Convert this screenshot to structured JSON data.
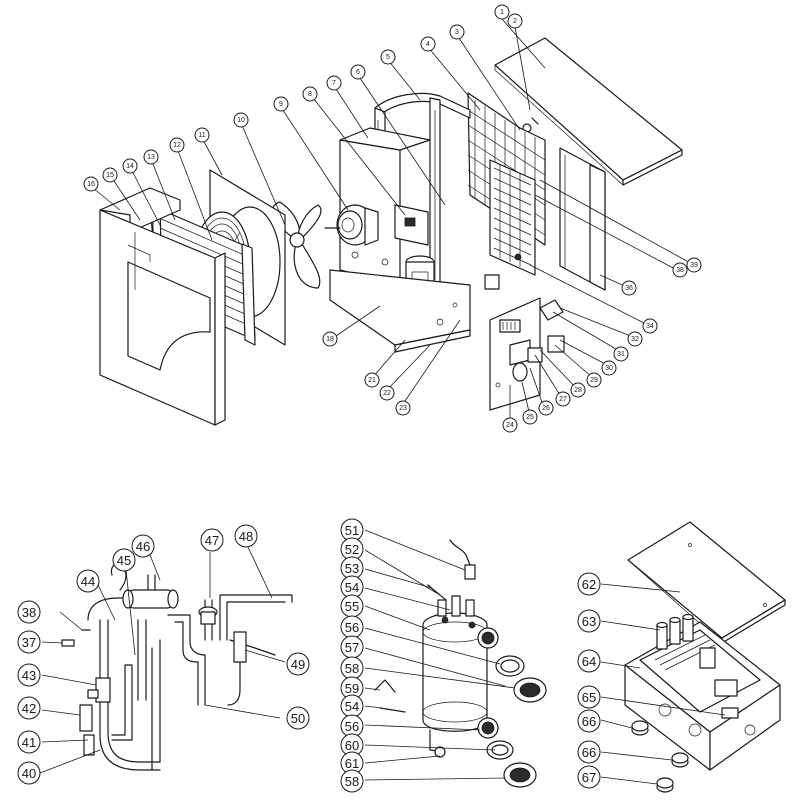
{
  "diagram": {
    "callouts": [
      "1",
      "2",
      "3",
      "4",
      "5",
      "6",
      "7",
      "8",
      "9",
      "10",
      "11",
      "12",
      "13",
      "14",
      "15",
      "16",
      "18",
      "21",
      "22",
      "23",
      "24",
      "25",
      "26",
      "27",
      "28",
      "29",
      "30",
      "31",
      "32",
      "34",
      "36",
      "38",
      "39",
      "37",
      "38",
      "40",
      "41",
      "42",
      "43",
      "44",
      "45",
      "46",
      "47",
      "48",
      "49",
      "50",
      "51",
      "52",
      "53",
      "54",
      "55",
      "56",
      "57",
      "58",
      "59",
      "54",
      "56",
      "60",
      "61",
      "58",
      "62",
      "63",
      "64",
      "65",
      "66",
      "66",
      "67"
    ]
  }
}
